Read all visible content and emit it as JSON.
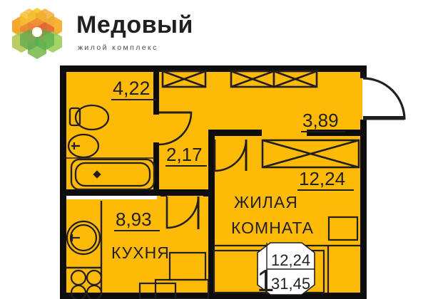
{
  "brand": {
    "title": "Медовый",
    "subtitle": "жилой комплекс",
    "logo_icon": "hex-flower-logo-icon",
    "colors": {
      "title": "#231f20",
      "subtitle": "#4c4c4c",
      "logo_orange": "#F59B0F",
      "logo_yellow": "#F5C518",
      "logo_amber": "#EE7F1A",
      "logo_red": "#D9431F",
      "logo_green_light": "#8CC63F",
      "logo_green_dark": "#3FA535"
    }
  },
  "plan": {
    "fill_color": "#FDBA06",
    "wall_color": "#0d0d0d",
    "line_color": "#231f20",
    "rooms": [
      {
        "id": "bathroom",
        "area": "4,22",
        "name": ""
      },
      {
        "id": "hall",
        "area": "2,17",
        "name": ""
      },
      {
        "id": "corridor",
        "area": "3,89",
        "name": ""
      },
      {
        "id": "living-room",
        "area": "12,24",
        "name_line1": "ЖИЛАЯ",
        "name_line2": "КОМНАТА"
      },
      {
        "id": "kitchen",
        "area": "8,93",
        "name": "КУХНЯ"
      }
    ],
    "labels": {
      "bathroom_area": "4,22",
      "hall_area": "2,17",
      "corridor_area": "3,89",
      "living_area": "12,24",
      "living_name_1": "ЖИЛАЯ",
      "living_name_2": "КОМНАТА",
      "kitchen_area": "8,93",
      "kitchen_name": "КУХНЯ"
    },
    "badge": {
      "rooms_count": "1",
      "living_area": "12,24",
      "total_area": "31,45"
    },
    "fixtures": [
      "toilet-icon",
      "sink-icon",
      "bathtub-icon",
      "kitchen-sink-icon",
      "stove-icon",
      "window-icon",
      "door-swing-icon",
      "entrance-door-icon"
    ]
  }
}
